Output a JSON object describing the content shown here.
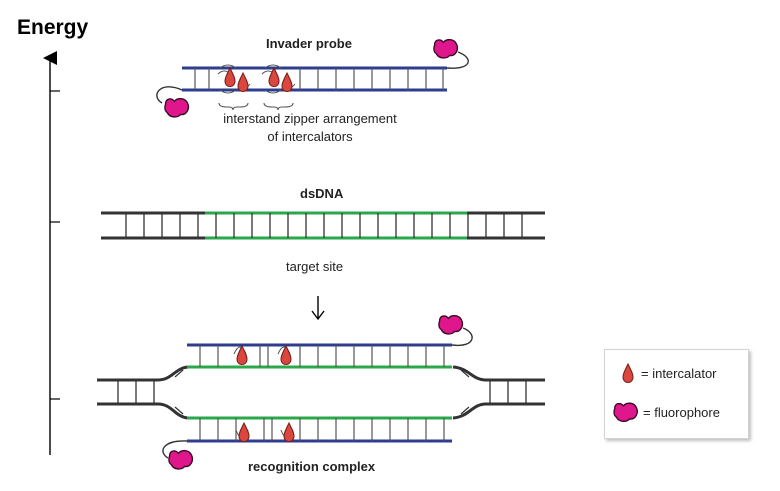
{
  "axis": {
    "label": "Energy"
  },
  "stages": [
    {
      "id": "invader",
      "title": "Invader probe",
      "annotation_line1": "interstand zipper arrangement",
      "annotation_line2": "of intercalators"
    },
    {
      "id": "dsdna",
      "title": "dsDNA",
      "caption": "target site"
    },
    {
      "id": "complex",
      "title": "recognition complex"
    }
  ],
  "legend": {
    "items": [
      {
        "icon": "intercalator-icon",
        "text": "= intercalator"
      },
      {
        "icon": "fluorophore-icon",
        "text": "= fluorophore"
      }
    ]
  },
  "colors": {
    "probe_strand": "#2e3d8f",
    "target_strand": "#2aa84a",
    "flank_strand": "#333333",
    "intercalator": "#d9473f",
    "fluorophore": "#e0178c"
  }
}
